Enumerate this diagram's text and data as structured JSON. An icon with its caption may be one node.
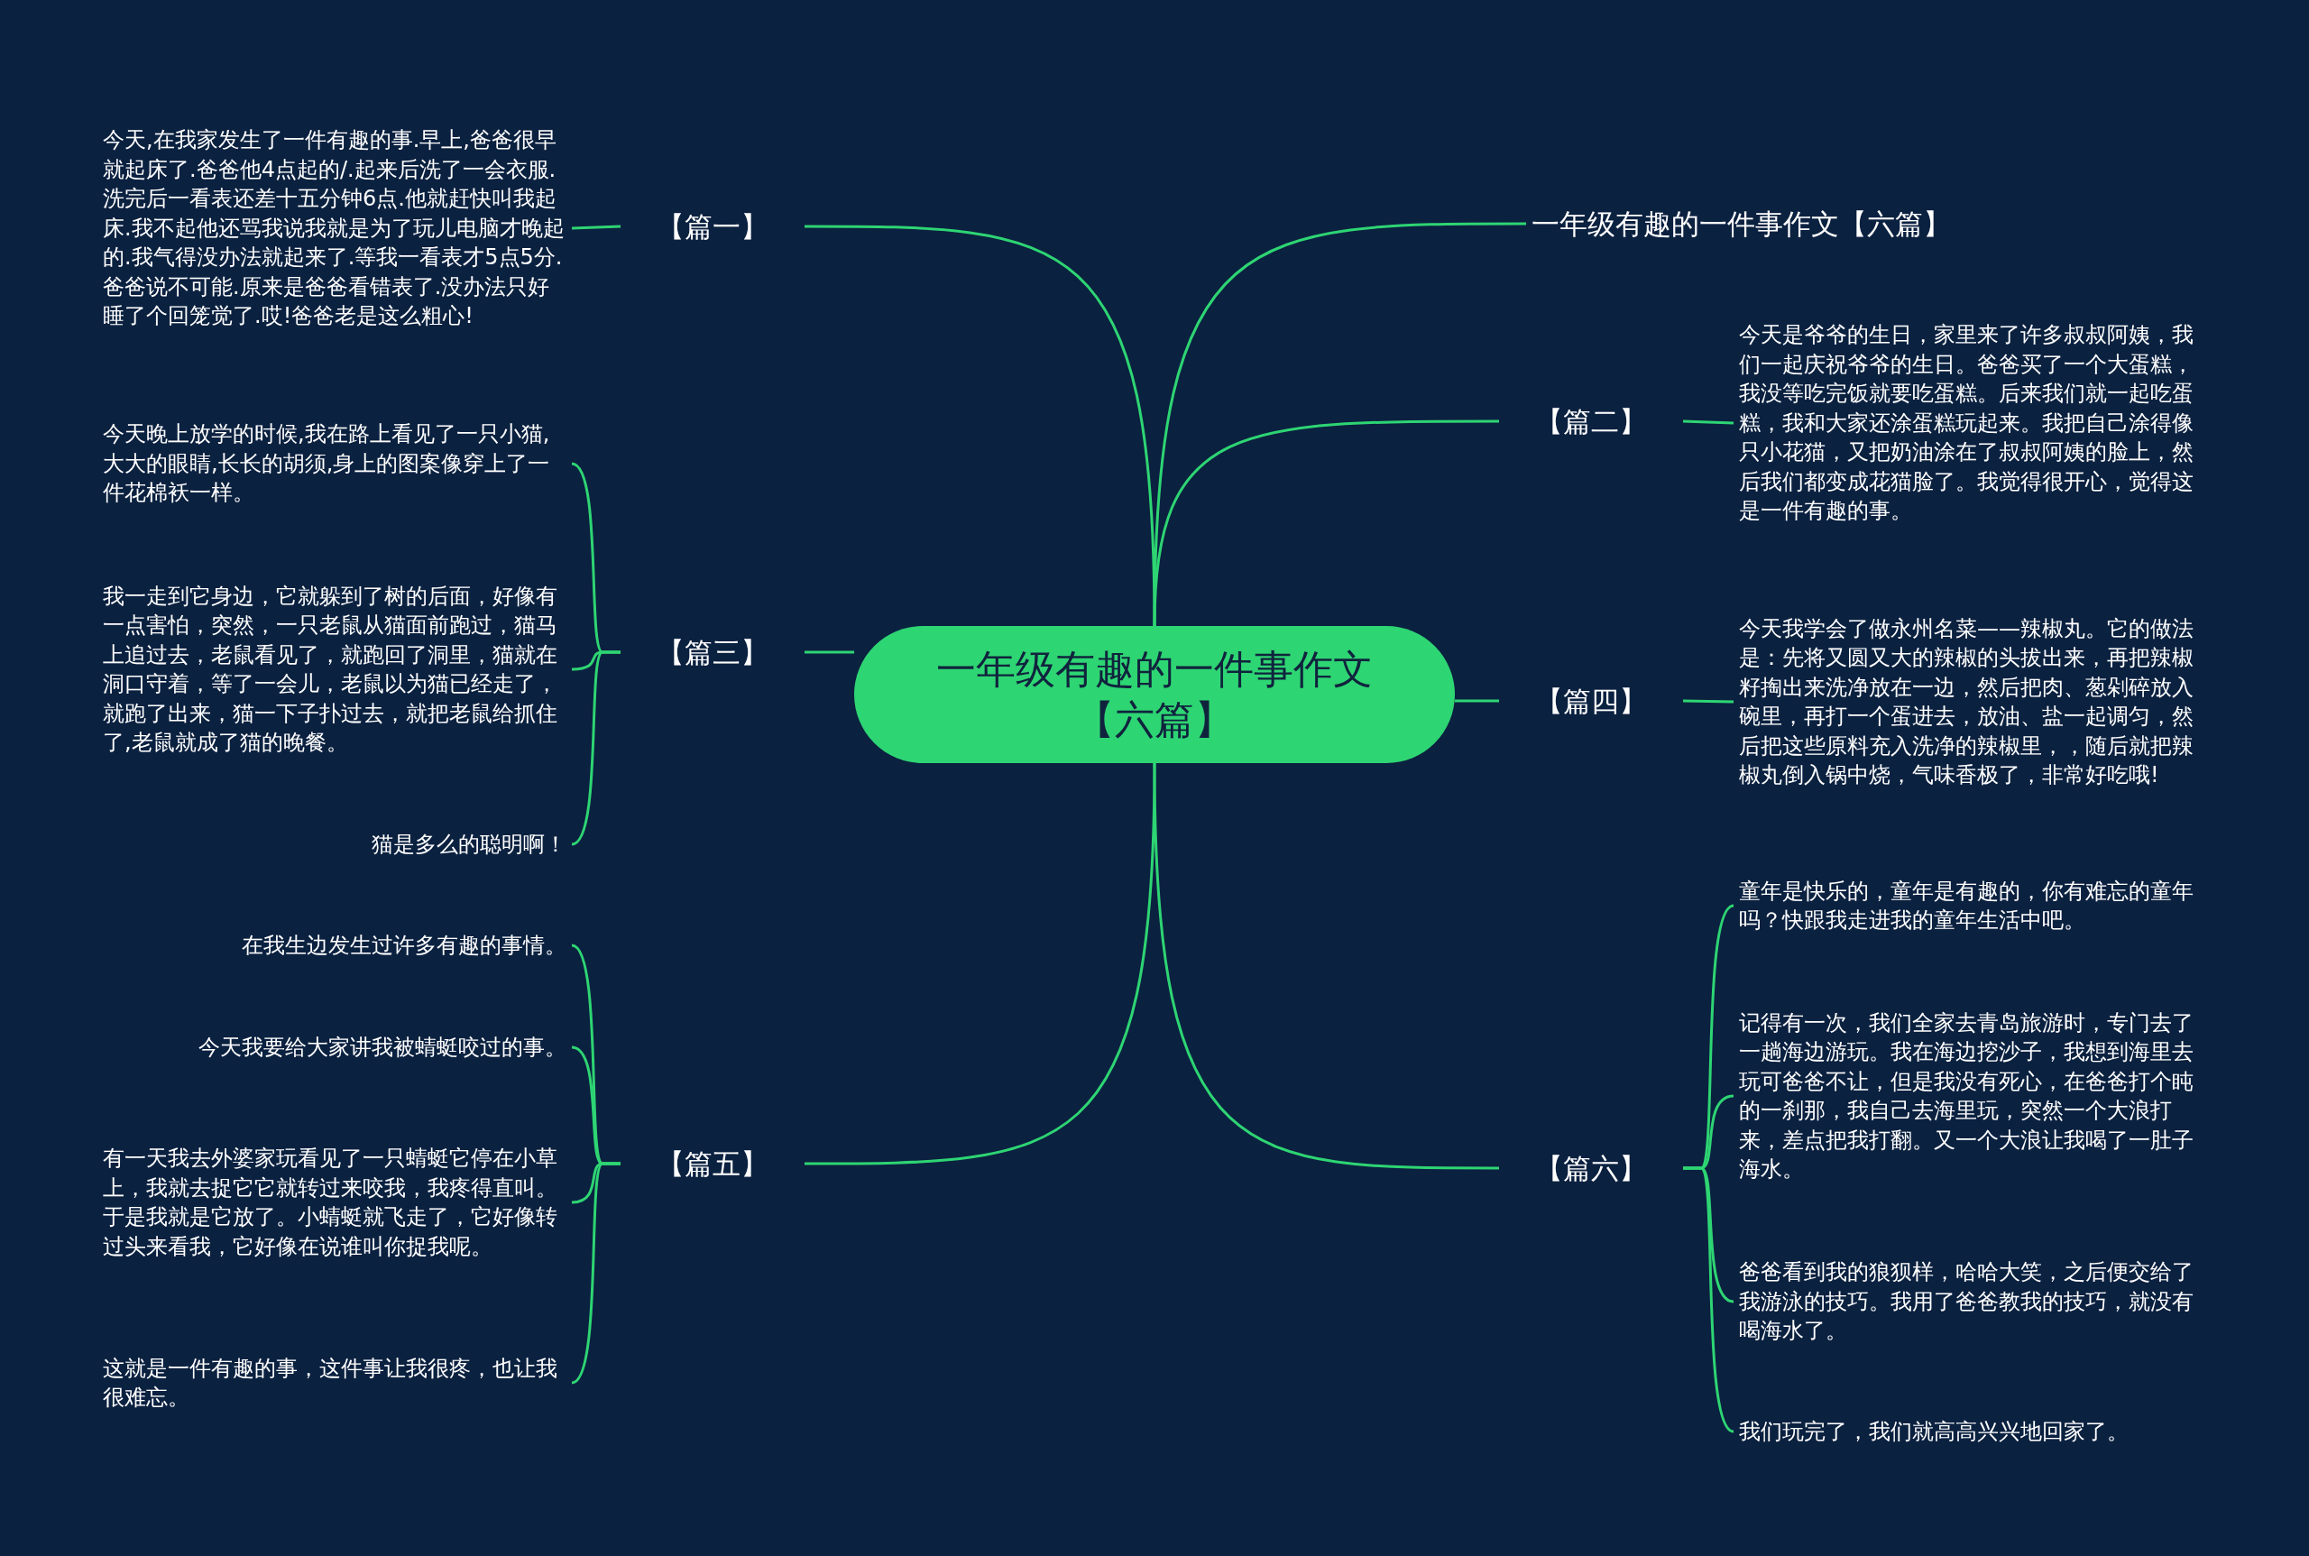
{
  "diagram": {
    "nodes": [
      {
        "text": [
          "一年级有趣的一件事作文【六篇】"
        ]
      },
      {
        "text": [
          "一年级有趣的一件事作文【六篇】"
        ]
      },
      {
        "text": [
          "【篇一】"
        ]
      },
      {
        "text": [
          "今天,在我家发生了一件有趣的事.早上,爸爸很早就起床了.爸爸他4点起的/.起来后洗了一会衣服.洗完后一看表还差十五分钟6点.他就赶快叫我起床.我不起他还骂我说我就是为了玩儿电脑才晚起的.我气得没办法就起来了.等我一看表才5点5分.爸爸说不可能.原来是爸爸看错表了.没办法只好睡了个回笼觉了.哎!爸爸老是这么粗心!"
        ]
      },
      {
        "text": [
          "【篇二】"
        ]
      },
      {
        "text": [
          "今天是爷爷的生日，家里来了许多叔叔阿姨，我们一起庆祝爷爷的生日。爸爸买了一个大蛋糕，我没等吃完饭就要吃蛋糕。后来我们就一起吃蛋糕，我和大家还涂蛋糕玩起来。我把自己涂得像只小花猫，又把奶油涂在了叔叔阿姨的脸上，然后我们都变成花猫脸了。我觉得很开心，觉得这是一件有趣的事。"
        ]
      },
      {
        "text": [
          "【篇三】"
        ]
      },
      {
        "text": [
          "今天晚上放学的时候,我在路上看见了一只小猫,大大的眼睛,长长的胡须,身上的图案像穿上了一件花棉袄一样。"
        ]
      },
      {
        "text": [
          "我一走到它身边，它就躲到了树的后面，好像有一点害怕，突然，一只老鼠从猫面前跑过，猫马上追过去，老鼠看见了，就跑回了洞里，猫就在洞口守着，等了一会儿，老鼠以为猫已经走了，就跑了出来，猫一下子扑过去，就把老鼠给抓住了,老鼠就成了猫的晚餐。"
        ]
      },
      {
        "text": [
          "猫是多么的聪明啊！"
        ]
      },
      {
        "text": [
          "【篇四】"
        ]
      },
      {
        "text": [
          "今天我学会了做永州名菜——辣椒丸。它的做法是：先将又圆又大的辣椒的头拔出来，再把辣椒籽掏出来洗净放在一边，然后把肉、葱剁碎放入碗里，再打一个蛋进去，放油、盐一起调匀，然后把这些原料充入洗净的辣椒里，，随后就把辣椒丸倒入锅中烧，气味香极了，非常好吃哦!"
        ]
      },
      {
        "text": [
          "【篇五】"
        ]
      },
      {
        "text": [
          "在我生边发生过许多有趣的事情。"
        ]
      },
      {
        "text": [
          "今天我要给大家讲我被蜻蜓咬过的事。"
        ]
      },
      {
        "text": [
          "有一天我去外婆家玩看见了一只蜻蜓它停在小草上，我就去捉它它就转过来咬我，我疼得直叫。于是我就是它放了。小蜻蜓就飞走了，它好像转过头来看我，它好像在说谁叫你捉我呢。"
        ]
      },
      {
        "text": [
          "这就是一件有趣的事，这件事让我很疼，也让我很难忘。"
        ]
      },
      {
        "text": [
          "【篇六】"
        ]
      },
      {
        "text": [
          "童年是快乐的，童年是有趣的，你有难忘的童年吗？快跟我走进我的童年生活中吧。"
        ]
      },
      {
        "text": [
          "记得有一次，我们全家去青岛旅游时，专门去了一趟海边游玩。我在海边挖沙子，我想到海里去玩可爸爸不让，但是我没有死心，在爸爸打个盹的一刹那，我自己去海里玩，突然一个大浪打来，差点把我打翻。又一个大浪让我喝了一肚子海水。"
        ]
      },
      {
        "text": [
          "爸爸看到我的狼狈样，哈哈大笑，之后便交给了我游泳的技巧。我用了爸爸教我的技巧，就没有喝海水了。"
        ]
      },
      {
        "text": [
          "我们玩完了，我们就高高兴兴地回家了。"
        ]
      }
    ],
    "edges": [
      {
        "from": 0,
        "to": 1,
        "arrow": "none"
      },
      {
        "from": 0,
        "to": 2,
        "arrow": "none"
      },
      {
        "from": 0,
        "to": 4,
        "arrow": "none"
      },
      {
        "from": 0,
        "to": 6,
        "arrow": "none"
      },
      {
        "from": 0,
        "to": 10,
        "arrow": "none"
      },
      {
        "from": 0,
        "to": 12,
        "arrow": "none"
      },
      {
        "from": 0,
        "to": 17,
        "arrow": "none"
      },
      {
        "from": 2,
        "to": 3,
        "arrow": "none"
      },
      {
        "from": 4,
        "to": 5,
        "arrow": "none"
      },
      {
        "from": 6,
        "to": 7,
        "arrow": "none"
      },
      {
        "from": 6,
        "to": 8,
        "arrow": "none"
      },
      {
        "from": 6,
        "to": 9,
        "arrow": "none"
      },
      {
        "from": 10,
        "to": 11,
        "arrow": "none"
      },
      {
        "from": 12,
        "to": 13,
        "arrow": "none"
      },
      {
        "from": 12,
        "to": 14,
        "arrow": "none"
      },
      {
        "from": 12,
        "to": 15,
        "arrow": "none"
      },
      {
        "from": 12,
        "to": 16,
        "arrow": "none"
      },
      {
        "from": 17,
        "to": 18,
        "arrow": "none"
      },
      {
        "from": 17,
        "to": 19,
        "arrow": "none"
      },
      {
        "from": 17,
        "to": 20,
        "arrow": "none"
      },
      {
        "from": 17,
        "to": 21,
        "arrow": "none"
      }
    ]
  }
}
